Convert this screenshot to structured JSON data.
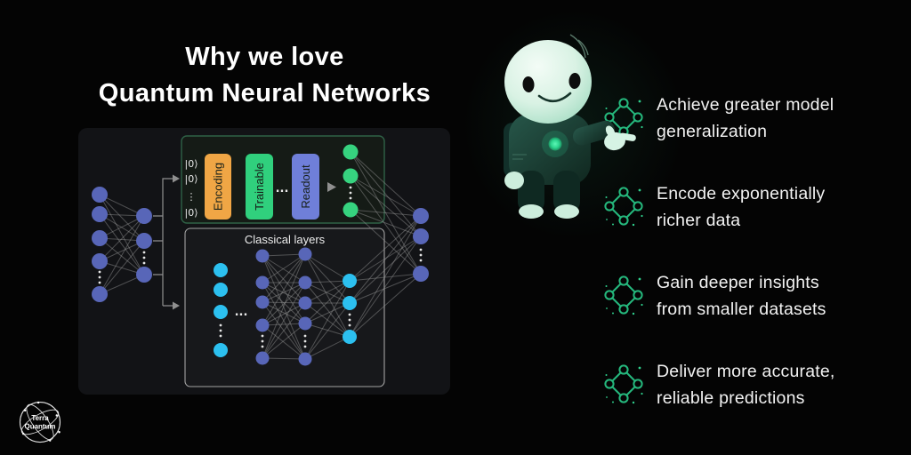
{
  "title": {
    "line1": "Why we love",
    "line2": "Quantum Neural Networks"
  },
  "diagram": {
    "qubit_labels": [
      "|0⟩",
      "|0⟩",
      "|0⟩"
    ],
    "dots_vertical": "⋮",
    "dots_horizontal": "...",
    "blocks": {
      "encoding": "Encoding",
      "trainable": "Trainable",
      "readout": "Readout"
    },
    "classical_label": "Classical layers",
    "colors": {
      "encoding": "#f0a645",
      "trainable": "#30d07d",
      "readout": "#6f7fd9",
      "quantum_node": "#36d37f",
      "classical_blue_node": "#5866b8",
      "classical_cyan_node": "#2cc0f0",
      "quantum_box_border": "#2f6247",
      "classical_box_border": "#a3a3a3",
      "edge": "#9a9a9a",
      "bracket": "#8f8f8f"
    }
  },
  "benefits": [
    {
      "line1": "Achieve greater model",
      "line2": "generalization"
    },
    {
      "line1": "Encode exponentially",
      "line2": "richer data"
    },
    {
      "line1": "Gain deeper insights",
      "line2": "from smaller datasets"
    },
    {
      "line1": "Deliver more accurate,",
      "line2": "reliable predictions"
    }
  ],
  "logo": {
    "line1": "Terra",
    "line2": "Quantum"
  }
}
